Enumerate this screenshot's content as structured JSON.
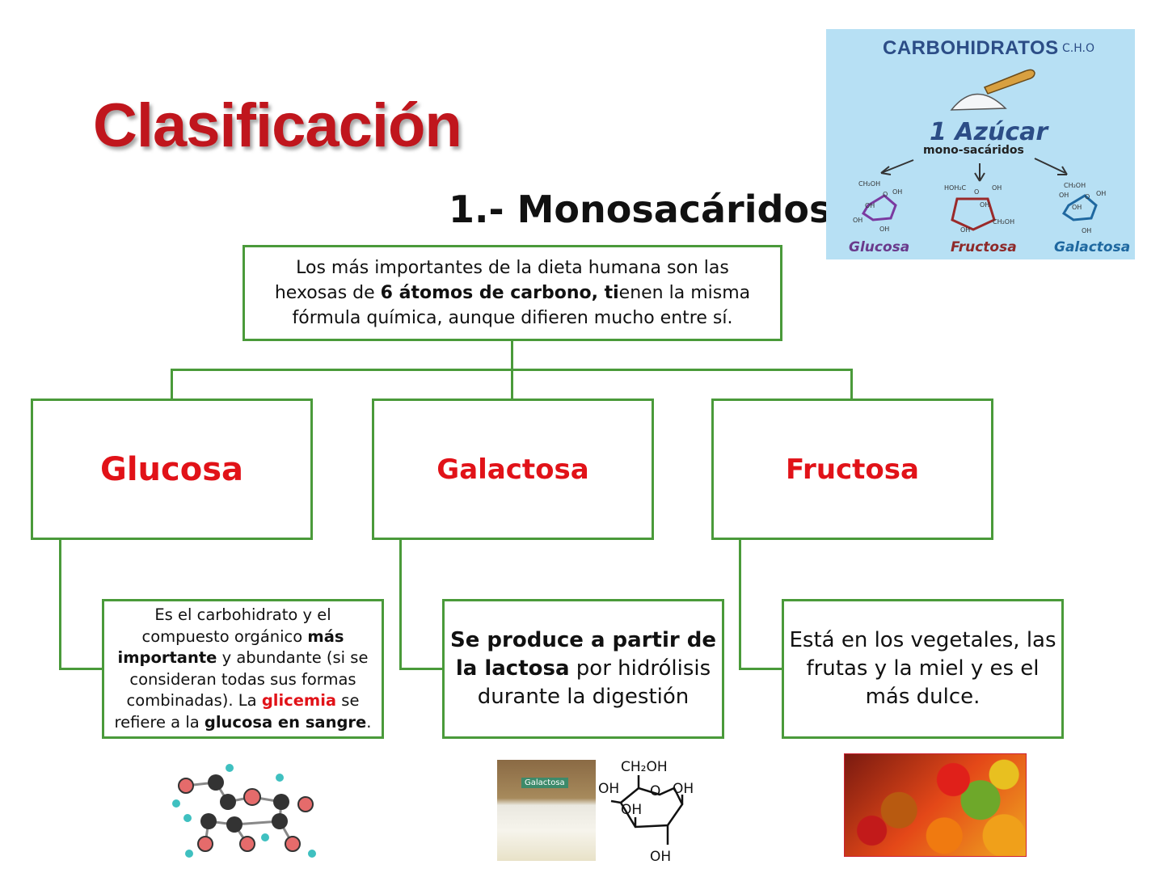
{
  "slide": {
    "title": "Clasificación",
    "subtitle": "1.- Monosacáridos"
  },
  "main_box": {
    "t1": "Los  más importantes de la dieta humana son las hexosas de ",
    "b1": "6 átomos de carbono, ti",
    "t2": "enen la misma fórmula química, aunque difieren mucho entre sí."
  },
  "categories": {
    "glucosa": "Glucosa",
    "galactosa": "Galactosa",
    "fructosa": "Fructosa"
  },
  "descriptions": {
    "glucosa": {
      "t1": "Es el carbohidrato y el compuesto orgánico ",
      "b1": "más importante",
      "t2": " y abundante (si se consideran todas sus formas combinadas). La ",
      "r1": "glicemia",
      "t3": " se refiere a la ",
      "b2": "glucosa en sangre",
      "t4": "."
    },
    "galactosa": {
      "b1": "Se produce a partir de la lactosa",
      "t1": " por hidrólisis durante la digestión"
    },
    "fructosa": {
      "t1": "Está en los vegetales, las frutas y la miel y es el más dulce."
    }
  },
  "panel": {
    "title": "CARBOHIDRATOS",
    "formula": "C.H.O",
    "sugar": "1 Azúcar",
    "mono": "mono-sacáridos",
    "labels": [
      "Glucosa",
      "Fructosa",
      "Galactosa"
    ],
    "glu_atoms": [
      "CH₂OH",
      "O",
      "OH",
      "OH",
      "OH",
      "OH"
    ],
    "fru_atoms": [
      "HOH₂C",
      "O",
      "OH",
      "OH",
      "OH",
      "CH₂OH"
    ],
    "gal_atoms": [
      "CH₂OH",
      "OH",
      "O",
      "OH",
      "OH",
      "OH"
    ]
  },
  "images": {
    "galactosa_tag": "Galactosa",
    "galactosa_atoms": [
      "CH₂OH",
      "O",
      "OH",
      "OH",
      "OH",
      "OH"
    ],
    "colors": {
      "green_border": "#4a9a3a",
      "title_red": "#c0161d",
      "label_red": "#e11218"
    }
  }
}
